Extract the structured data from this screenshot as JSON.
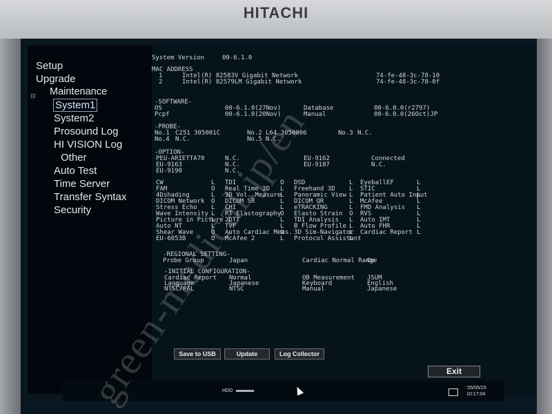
{
  "device": {
    "brand": "HITACHI"
  },
  "sidebar": {
    "items": [
      {
        "label": "Setup",
        "level": 0
      },
      {
        "label": "Upgrade",
        "level": 0
      },
      {
        "label": "Maintenance",
        "level": 1,
        "expanded": true
      },
      {
        "label": "System1",
        "level": 2,
        "selected": true
      },
      {
        "label": "System2",
        "level": 2
      },
      {
        "label": "Prosound Log",
        "level": 2
      },
      {
        "label": "HI VISION Log",
        "level": 2
      },
      {
        "label": "Other",
        "level": 3
      },
      {
        "label": "Auto Test",
        "level": 2
      },
      {
        "label": "Time Server",
        "level": 2
      },
      {
        "label": "Transfer Syntax",
        "level": 2
      },
      {
        "label": "Security",
        "level": 2
      }
    ]
  },
  "system": {
    "version_label": "System Version",
    "version": "00-6.1.0",
    "mac_title": "MAC ADDRESS",
    "mac": [
      {
        "index": "1",
        "name": "Intel(R) 82583V Gigabit Network",
        "address": "74-fe-48-3c-78-10"
      },
      {
        "index": "2",
        "name": "Intel(R) 82579LM Gigabit Network",
        "address": "74-fe-48-3c-78-0f"
      }
    ]
  },
  "software": {
    "title": "-SOFTWARE-",
    "os_label": "OS",
    "os_value": "00-6.1.0(27Nov)",
    "db_label": "Database",
    "db_value": "00-6.0.0(r2797)",
    "pcpf_label": "Pcpf",
    "pcpf_value": "00-6.1.0(20Nov)",
    "manual_label": "Manual",
    "manual_value": "00-6.0.0(26Oct)JP"
  },
  "probe": {
    "title": "-PROBE-",
    "slots": [
      {
        "label": "No.1",
        "value": "C251 305001C"
      },
      {
        "label": "No.2",
        "value": "L64 3050006"
      },
      {
        "label": "No.3",
        "value": "N.C."
      },
      {
        "label": "No.4",
        "value": "N.C."
      },
      {
        "label": "No.5",
        "value": "N.C."
      }
    ]
  },
  "option": {
    "title": "-OPTION-",
    "hardware": [
      {
        "name": "PEU-ARIETTA70",
        "value": "N.C."
      },
      {
        "name": "EU-9162",
        "value": "Connected"
      },
      {
        "name": "EU-9163",
        "value": "N.C."
      },
      {
        "name": "EU-9187",
        "value": "N.C."
      },
      {
        "name": "EU-9190",
        "value": "N.C."
      }
    ],
    "software": [
      [
        "CW",
        "L",
        "TDI",
        "O",
        "DSD",
        "L",
        "EyeballEF",
        "L"
      ],
      [
        "FAM",
        "O",
        "Real Time 3D",
        "L",
        "Freehand 3D",
        "L",
        "STIC",
        "L"
      ],
      [
        "4Dshading",
        "L",
        "3D Vol. Measure",
        "L",
        "Panoramic View",
        "L",
        "Patient Auto Input",
        "L"
      ],
      [
        "DICOM Network",
        "O",
        "DICOM SR",
        "L",
        "DICOM QR",
        "L",
        "McAfee",
        "L"
      ],
      [
        "Stress Echo",
        "L",
        "CHI",
        "L",
        "eTRACKING",
        "L",
        "FMD Analysis",
        "L"
      ],
      [
        "Wave Intensity",
        "L",
        "RT Elastography",
        "O",
        "Elasto Strain",
        "O",
        "RVS",
        "L"
      ],
      [
        "Picture in Picture",
        "L",
        "2DTT",
        "L",
        "TDI Analysis",
        "L",
        "Auto IMT",
        "L"
      ],
      [
        "Auto NT",
        "L",
        "TVF",
        "L",
        "B Flow Profile",
        "L",
        "Auto FHR",
        "L"
      ],
      [
        "Shear Wave",
        "O",
        "Auto Cardiac Meas.",
        "O",
        "3D Sim-Navigator",
        "L",
        "Cardiac Report",
        "L"
      ],
      [
        "EU-6053B",
        "O",
        "McAfee 2",
        "L",
        "Protocol Assistant",
        "L",
        "",
        ""
      ]
    ]
  },
  "regional": {
    "title": "-REGIONAL SETTING-",
    "probe_group_label": "Probe Group",
    "probe_group_value": "Japan",
    "cardiac_range_label": "Cardiac Normal Range",
    "cardiac_range_value": "On"
  },
  "initial": {
    "title": "-INITIAL CONFIGURATION-",
    "rows": [
      {
        "l1": "Cardiac Report",
        "v1": "Normal",
        "l2": "OB Measurement",
        "v2": "JSUM"
      },
      {
        "l1": "Language",
        "v1": "Japanese",
        "l2": "Keyboard",
        "v2": "English"
      },
      {
        "l1": "NTSC/PAL",
        "v1": "NTSC",
        "l2": "Manual",
        "v2": "Japanese"
      }
    ]
  },
  "buttons": {
    "save": "Save to USB",
    "update": "Update",
    "log": "Log Collector",
    "exit": "Exit"
  },
  "status": {
    "hdd": "HDD",
    "date": "'25/05/15",
    "time": "10:17:04"
  },
  "watermark": "green-medical.jp/en"
}
